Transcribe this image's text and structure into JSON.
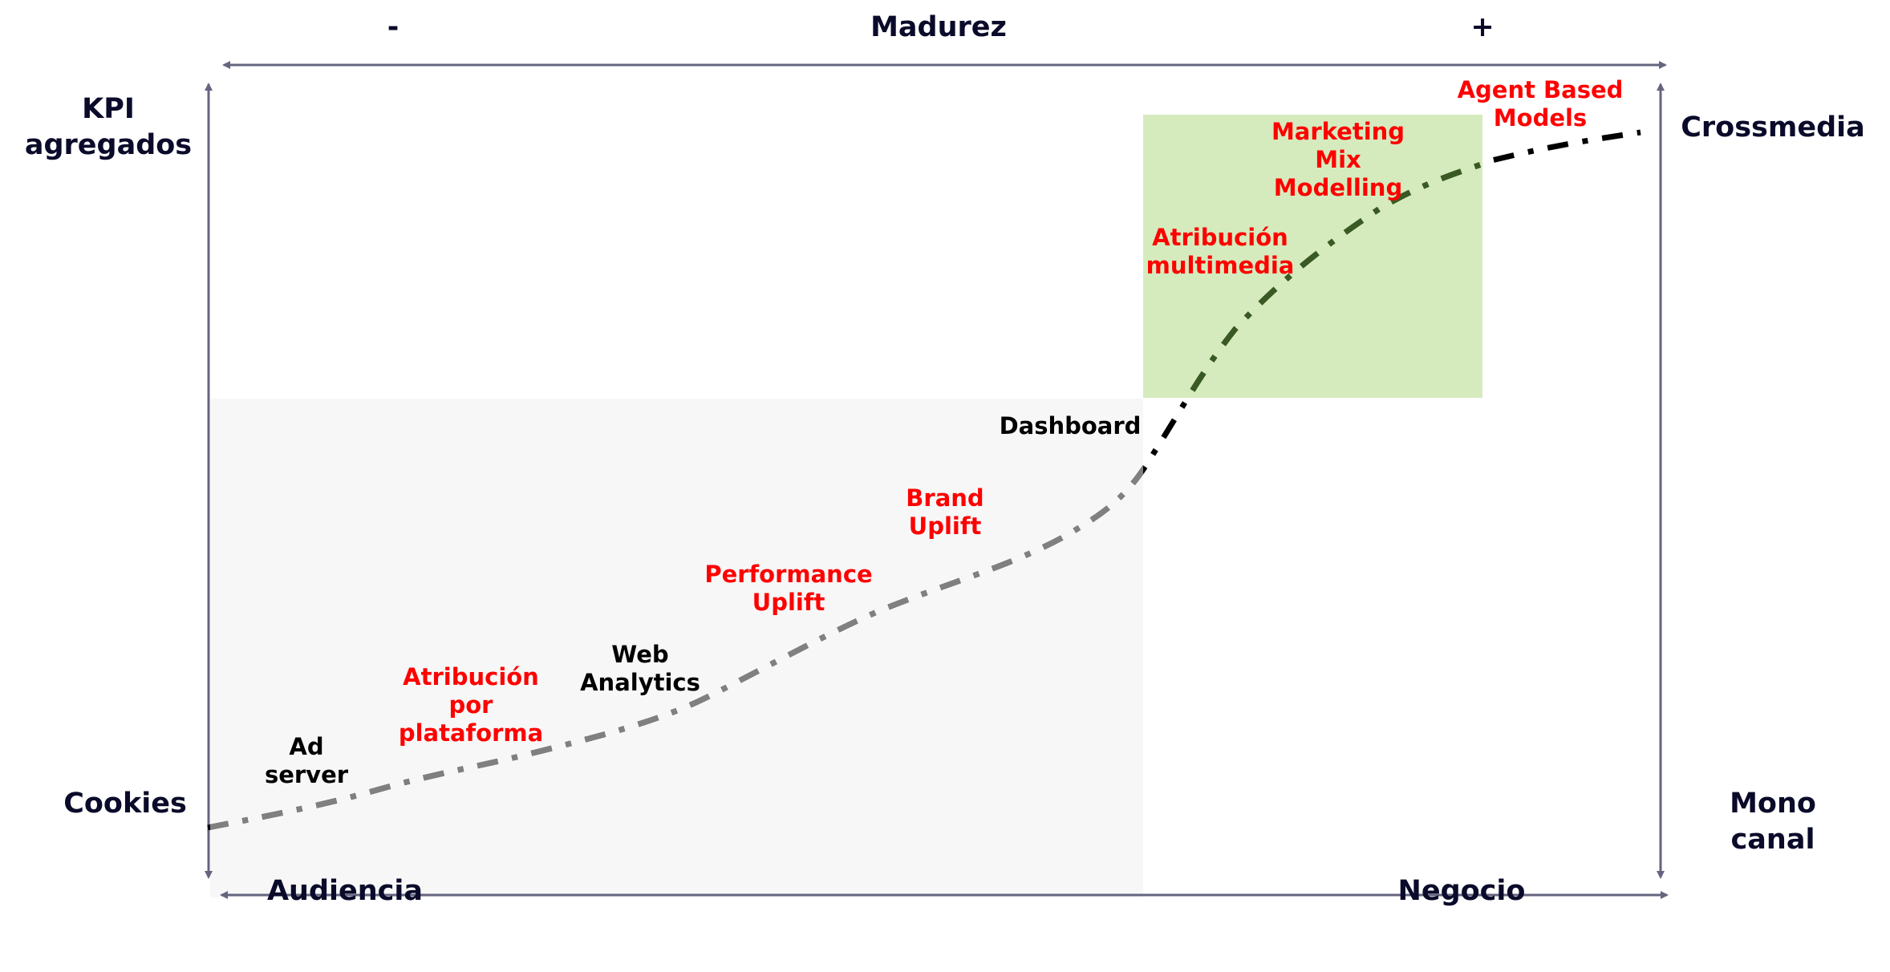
{
  "title": "Madurez",
  "top_scale": {
    "low": "-",
    "high": "+"
  },
  "axes": {
    "left_top": [
      "KPI",
      "agregados"
    ],
    "left_bottom": [
      "Cookies"
    ],
    "right_top": [
      "Crossmedia"
    ],
    "right_bottom": [
      "Mono",
      "canal"
    ],
    "bottom_left": "Audiencia",
    "bottom_right": "Negocio"
  },
  "stages": [
    {
      "lines": [
        "Ad",
        "server"
      ],
      "color": "#000000"
    },
    {
      "lines": [
        "Atribución",
        "por",
        "plataforma"
      ],
      "color": "#ff0000"
    },
    {
      "lines": [
        "Web",
        "Analytics"
      ],
      "color": "#000000"
    },
    {
      "lines": [
        "Performance",
        "Uplift"
      ],
      "color": "#ff0000"
    },
    {
      "lines": [
        "Brand",
        "Uplift"
      ],
      "color": "#ff0000"
    },
    {
      "lines": [
        "Dashboard"
      ],
      "color": "#000000"
    },
    {
      "lines": [
        "Atribución",
        "multimedia"
      ],
      "color": "#ff0000"
    },
    {
      "lines": [
        "Marketing",
        "Mix",
        "Modelling"
      ],
      "color": "#ff0000"
    },
    {
      "lines": [
        "Agent Based",
        "Models"
      ],
      "color": "#ff0000"
    }
  ],
  "colors": {
    "axis": "#656580",
    "zone_basic": "#f7f7f7",
    "zone_advanced": "#d5ebbd",
    "curve_basic": "#808080",
    "curve_advanced": "#3a5a23",
    "curve_default": "#000000",
    "accent_red": "#ff0000",
    "text_dark": "#0a0a2a"
  }
}
